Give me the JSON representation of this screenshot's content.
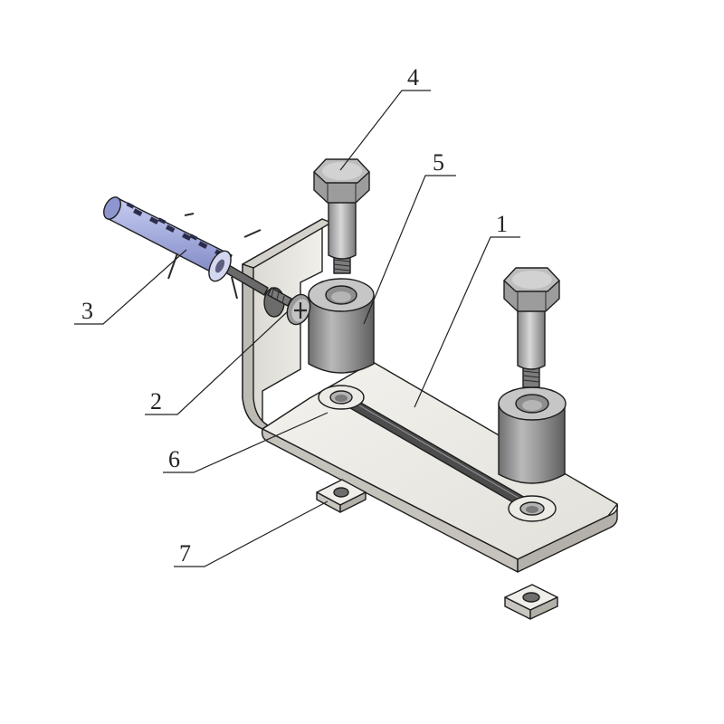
{
  "diagram": {
    "type": "exploded-assembly",
    "colors": {
      "plate_top": "#eceae4",
      "plate_side": "#c9c7c0",
      "metal_light": "#cfcfcf",
      "metal_dark": "#8c8c8c",
      "anchor_blue": "#a9b0df",
      "line": "#222222"
    },
    "callouts": [
      {
        "id": "1",
        "label": "1"
      },
      {
        "id": "2",
        "label": "2"
      },
      {
        "id": "3",
        "label": "3"
      },
      {
        "id": "4",
        "label": "4"
      },
      {
        "id": "5",
        "label": "5"
      },
      {
        "id": "6",
        "label": "6"
      },
      {
        "id": "7",
        "label": "7"
      }
    ]
  }
}
